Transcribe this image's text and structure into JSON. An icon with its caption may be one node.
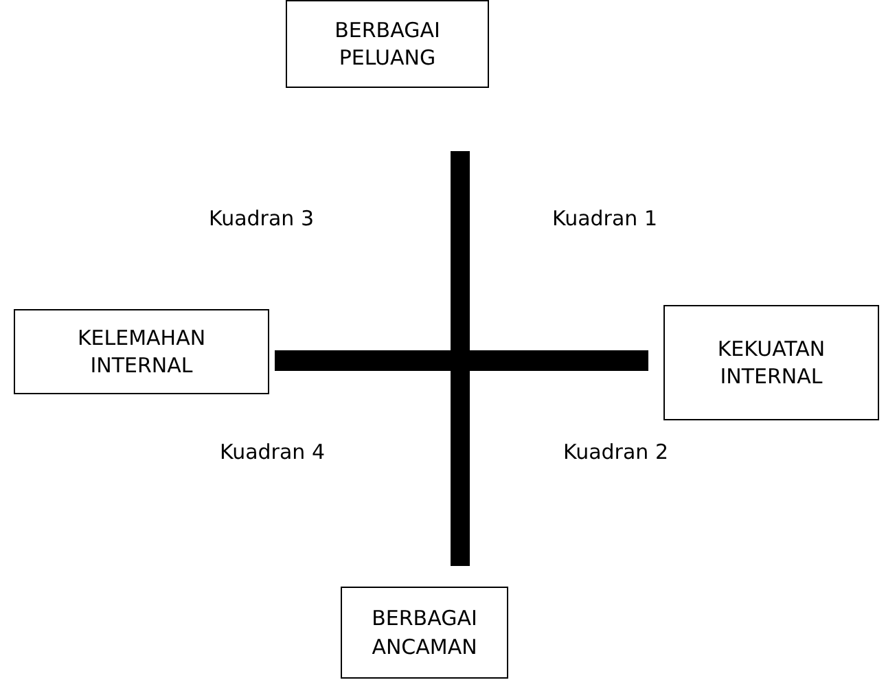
{
  "diagram": {
    "nodes": [
      {
        "text": [
          "BERBAGAI PELUANG"
        ]
      },
      {
        "text": [
          "KELEMAHAN INTERNAL"
        ]
      },
      {
        "text": [
          "KEKUATAN INTERNAL"
        ]
      },
      {
        "text": [
          "BERBAGAI ANCAMAN"
        ]
      }
    ],
    "labels": [
      "Kuadran 3",
      "Kuadran 1",
      "Kuadran 4",
      "Kuadran 2"
    ]
  }
}
